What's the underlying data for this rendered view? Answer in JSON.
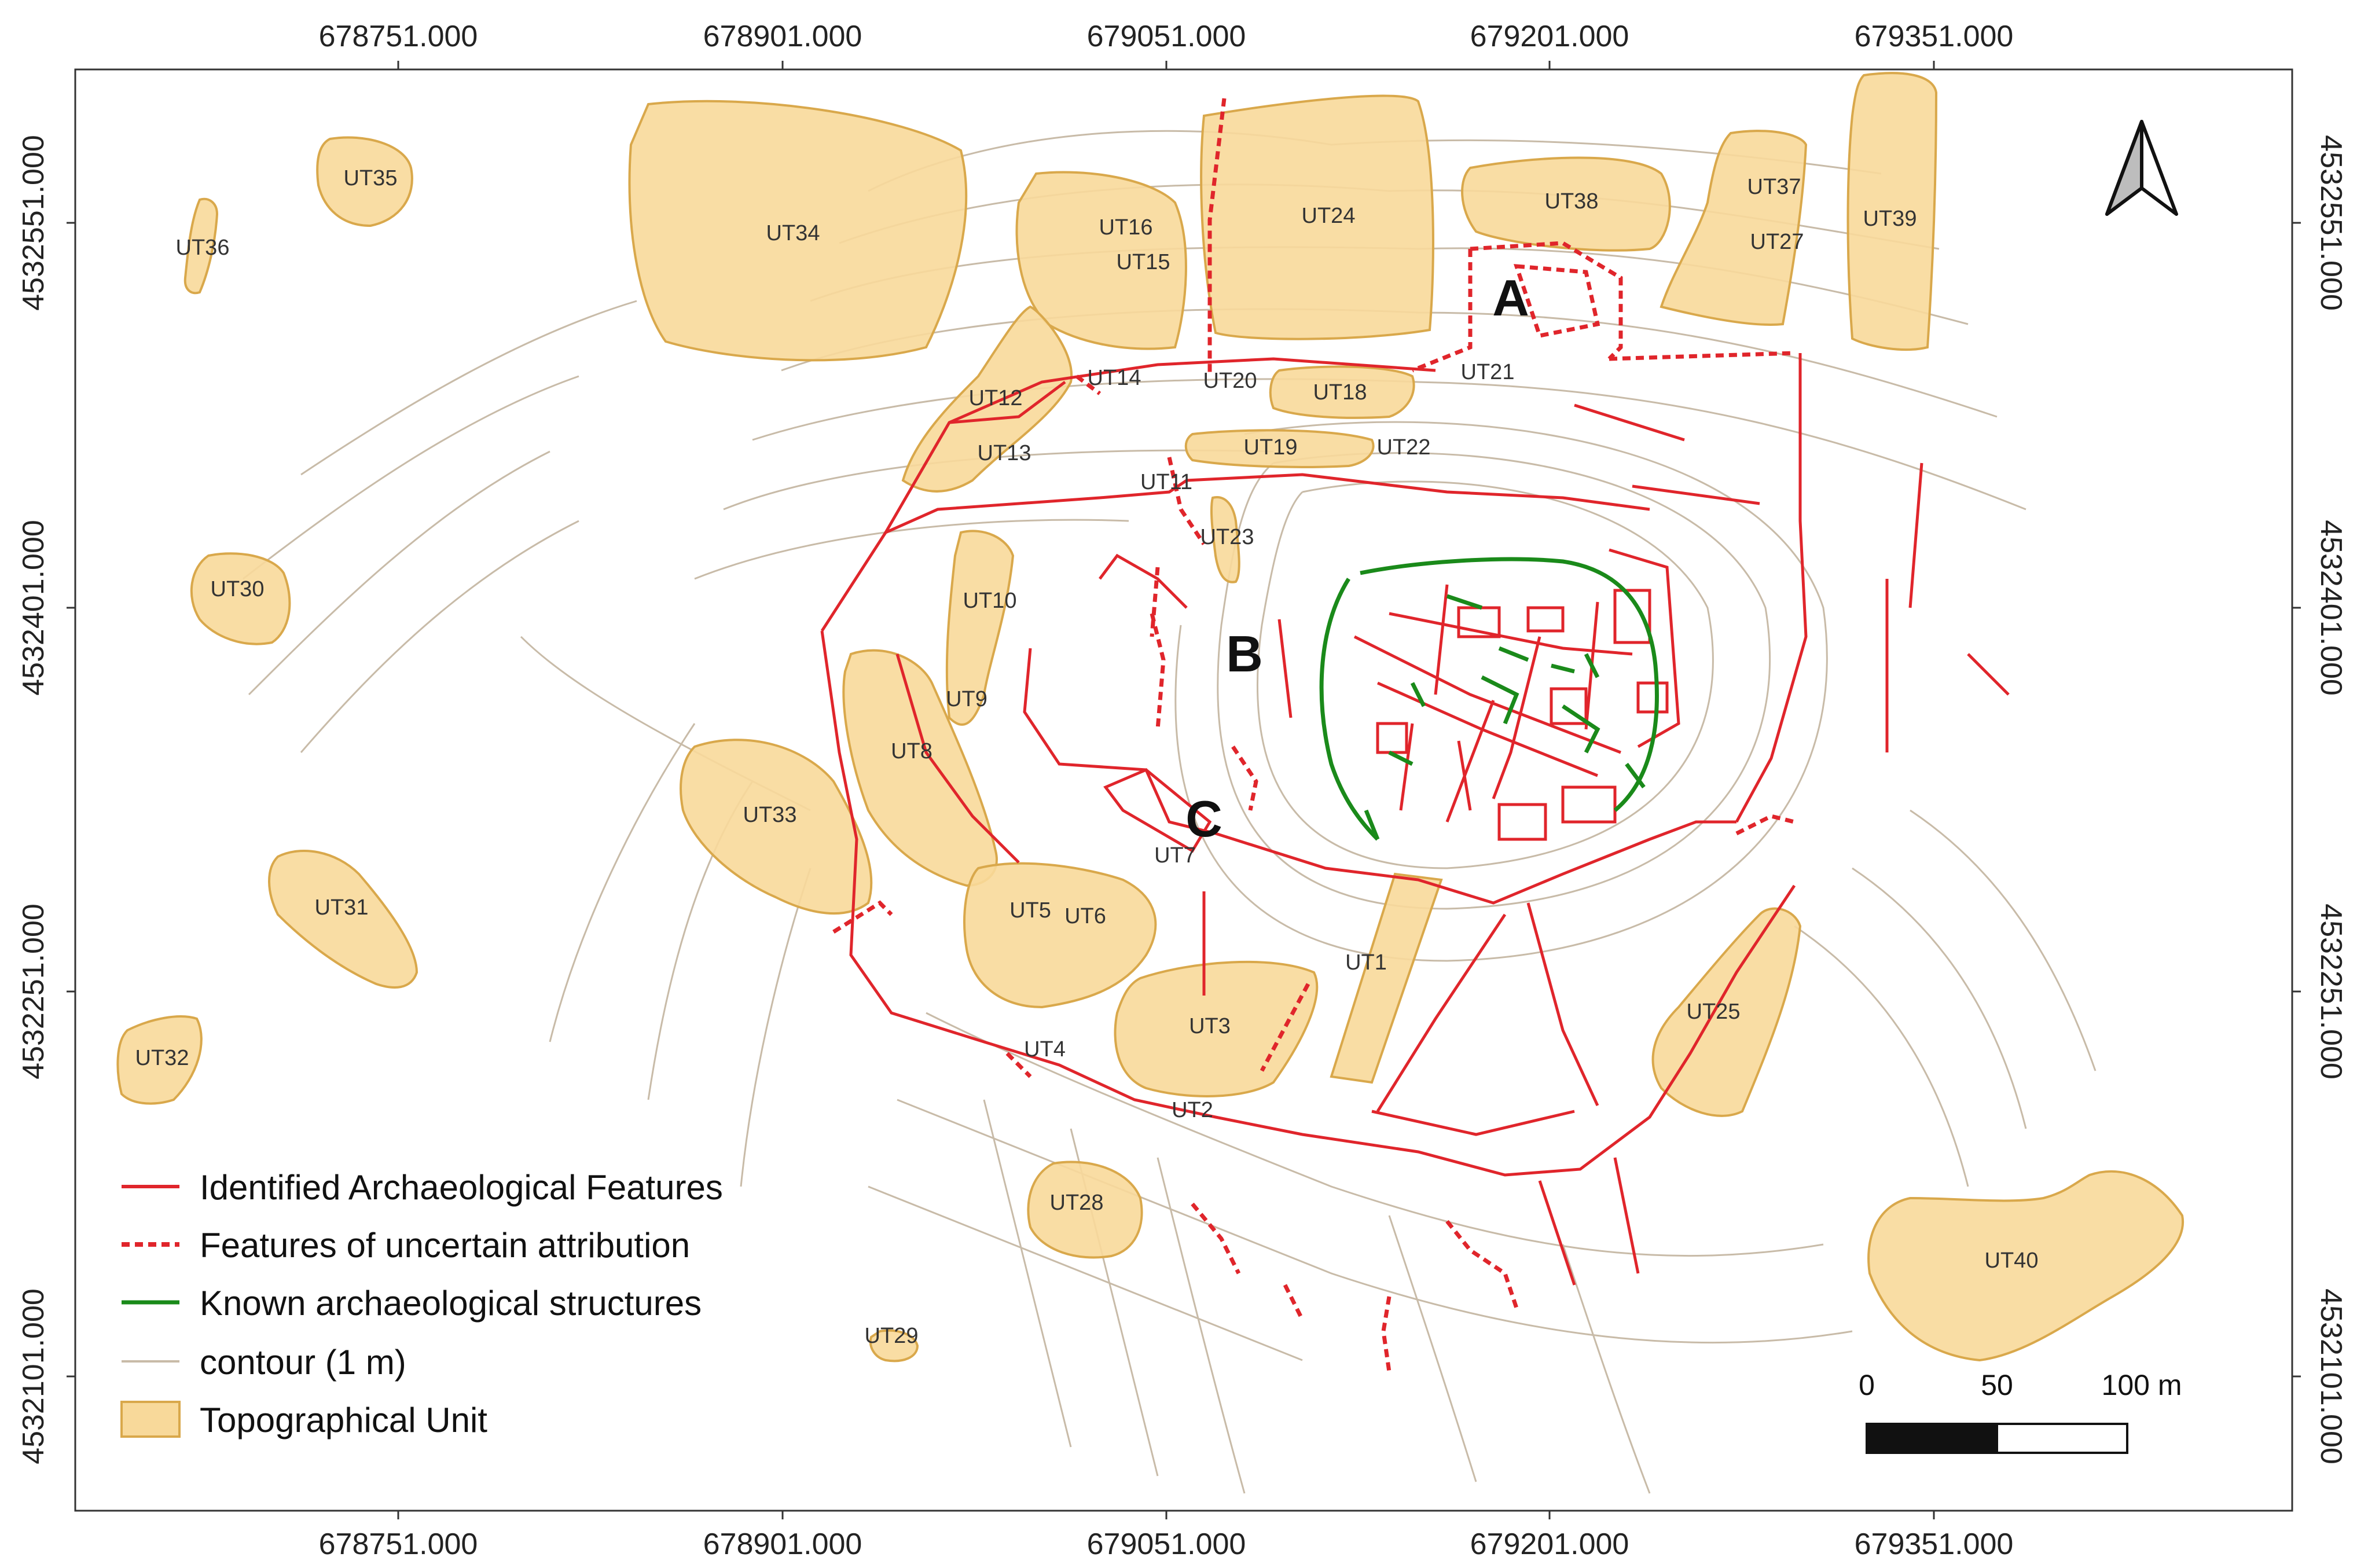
{
  "map": {
    "x_ticks": [
      "678751.000",
      "678901.000",
      "679051.000",
      "679201.000",
      "679351.000"
    ],
    "y_ticks": [
      "4532551.000",
      "4532401.000",
      "4532251.000",
      "4532101.000"
    ],
    "legend": [
      {
        "label": "Identified Archaeological Features",
        "symbol": "solid-red-line"
      },
      {
        "label": "Features of uncertain attribution",
        "symbol": "dashed-red-line"
      },
      {
        "label": "Known archaeological structures",
        "symbol": "solid-green-line"
      },
      {
        "label": "contour (1 m)",
        "symbol": "grey-thin-line"
      },
      {
        "label": "Topographical Unit",
        "symbol": "orange-fill-box"
      }
    ],
    "scale_bar": {
      "labels": [
        "0",
        "50",
        "100 m"
      ]
    },
    "area_letters": [
      "A",
      "B",
      "C"
    ],
    "units": [
      "UT1",
      "UT2",
      "UT3",
      "UT4",
      "UT5",
      "UT6",
      "UT7",
      "UT8",
      "UT9",
      "UT10",
      "UT11",
      "UT12",
      "UT13",
      "UT14",
      "UT15",
      "UT16",
      "UT18",
      "UT19",
      "UT20",
      "UT21",
      "UT22",
      "UT23",
      "UT24",
      "UT25",
      "UT27",
      "UT28",
      "UT29",
      "UT30",
      "UT31",
      "UT32",
      "UT33",
      "UT34",
      "UT35",
      "UT36",
      "UT37",
      "UT38",
      "UT39",
      "UT40"
    ],
    "colors": {
      "feature": "#e0252b",
      "known": "#1a8a1a",
      "contour": "#c8bba8",
      "unit_fill": "#f8d99a",
      "unit_stroke": "#d9a84b"
    },
    "north_arrow": "north-arrow-icon"
  }
}
